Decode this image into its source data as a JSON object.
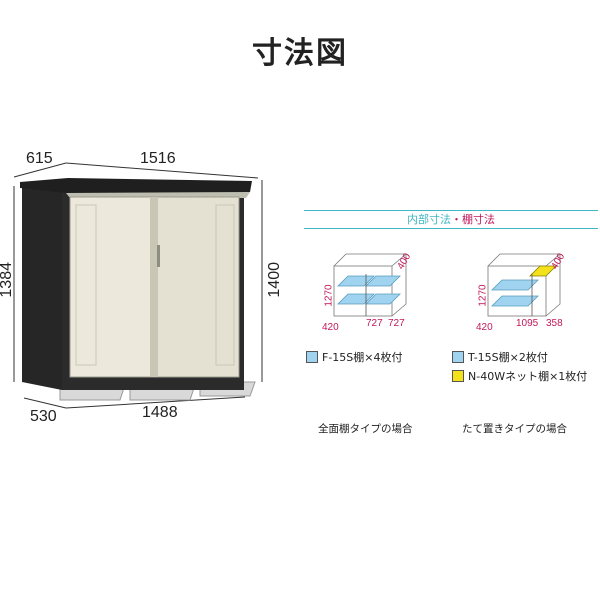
{
  "title": "寸法図",
  "shed": {
    "dims": {
      "top_depth": "615",
      "top_width": "1516",
      "left_height": "1384",
      "right_height": "1400",
      "bottom_depth": "530",
      "bottom_width": "1488"
    }
  },
  "panel": {
    "header_part1": "内部寸法",
    "header_sep": "・",
    "header_part2": "棚寸法",
    "left": {
      "height": "1270",
      "depth": "420",
      "shelf_depth": "400",
      "width_a": "727",
      "width_b": "727",
      "legend": [
        "F-15S棚×4枚付"
      ],
      "caption": "全面棚タイプの場合"
    },
    "right": {
      "height": "1270",
      "depth": "420",
      "shelf_depth": "400",
      "width_a": "1095",
      "width_b": "358",
      "legend": [
        "T-15S棚×2枚付",
        "N-40Wネット棚×1枚付"
      ],
      "caption": "たて置きタイプの場合"
    }
  },
  "colors": {
    "accent_teal": "#3fb7c7",
    "dim_magenta": "#c2185b",
    "shelf_blue": "#9fd3ef",
    "net_yellow": "#f3e21b",
    "shed_dark": "#2b2b2b",
    "door_cream": "#ece9dc"
  }
}
